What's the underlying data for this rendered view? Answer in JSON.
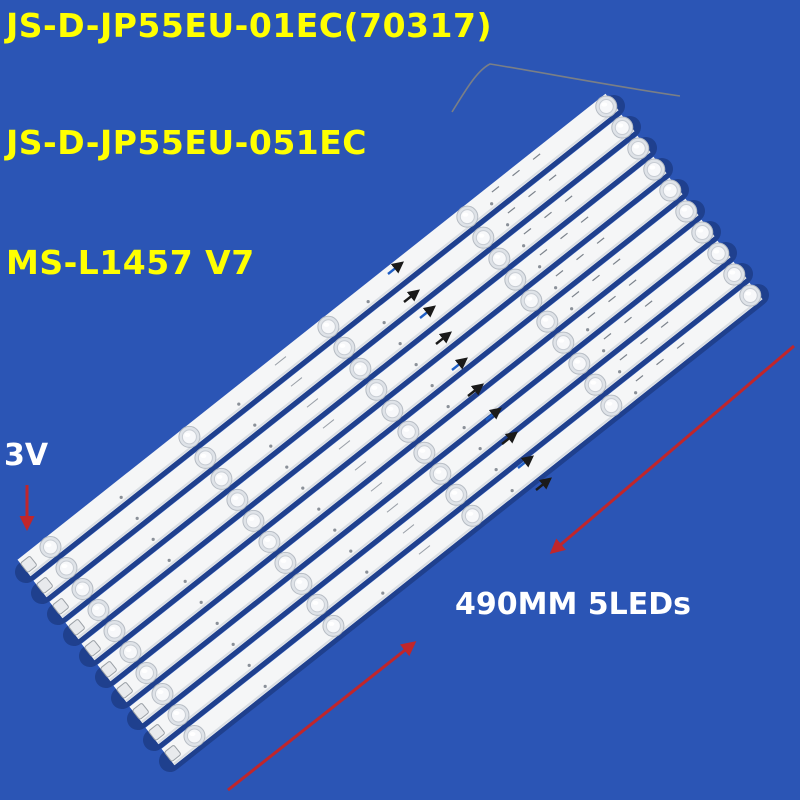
{
  "labels": {
    "model_line_1": "JS-D-JP55EU-01EC(70317)",
    "model_line_2": "JS-D-JP55EU-051EC",
    "model_line_3": "MS-L1457 V7",
    "voltage": "3V",
    "spec": "490MM 5LEDs"
  },
  "colors": {
    "background": "#2b55b5",
    "label_yellow": "#ffff00",
    "label_white": "#ffffff",
    "arrow_red": "#c0262b",
    "strip_white": "#f5f6f7"
  },
  "strips": {
    "count": 10,
    "leds_per_strip": 5
  },
  "icons": {
    "arrow": "red-arrow-icon",
    "direction": "direction-arrow-icon"
  }
}
